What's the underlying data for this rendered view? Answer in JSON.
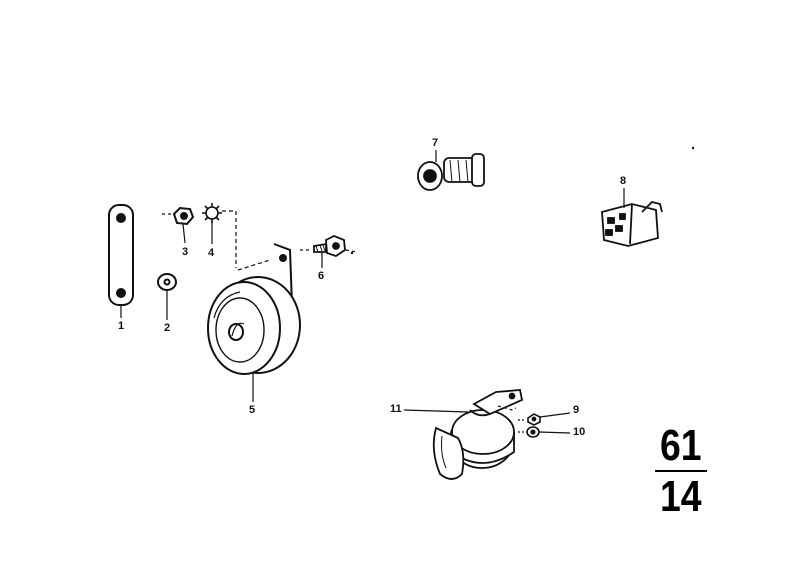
{
  "callouts": {
    "p1": "1",
    "p2": "2",
    "p3": "3",
    "p4": "4",
    "p5": "5",
    "p6": "6",
    "p7": "7",
    "p8": "8",
    "p9": "9",
    "p10": "10",
    "p11": "11"
  },
  "group": {
    "main": "61",
    "sub": "14"
  },
  "colors": {
    "ink": "#111111",
    "background": "#ffffff"
  }
}
